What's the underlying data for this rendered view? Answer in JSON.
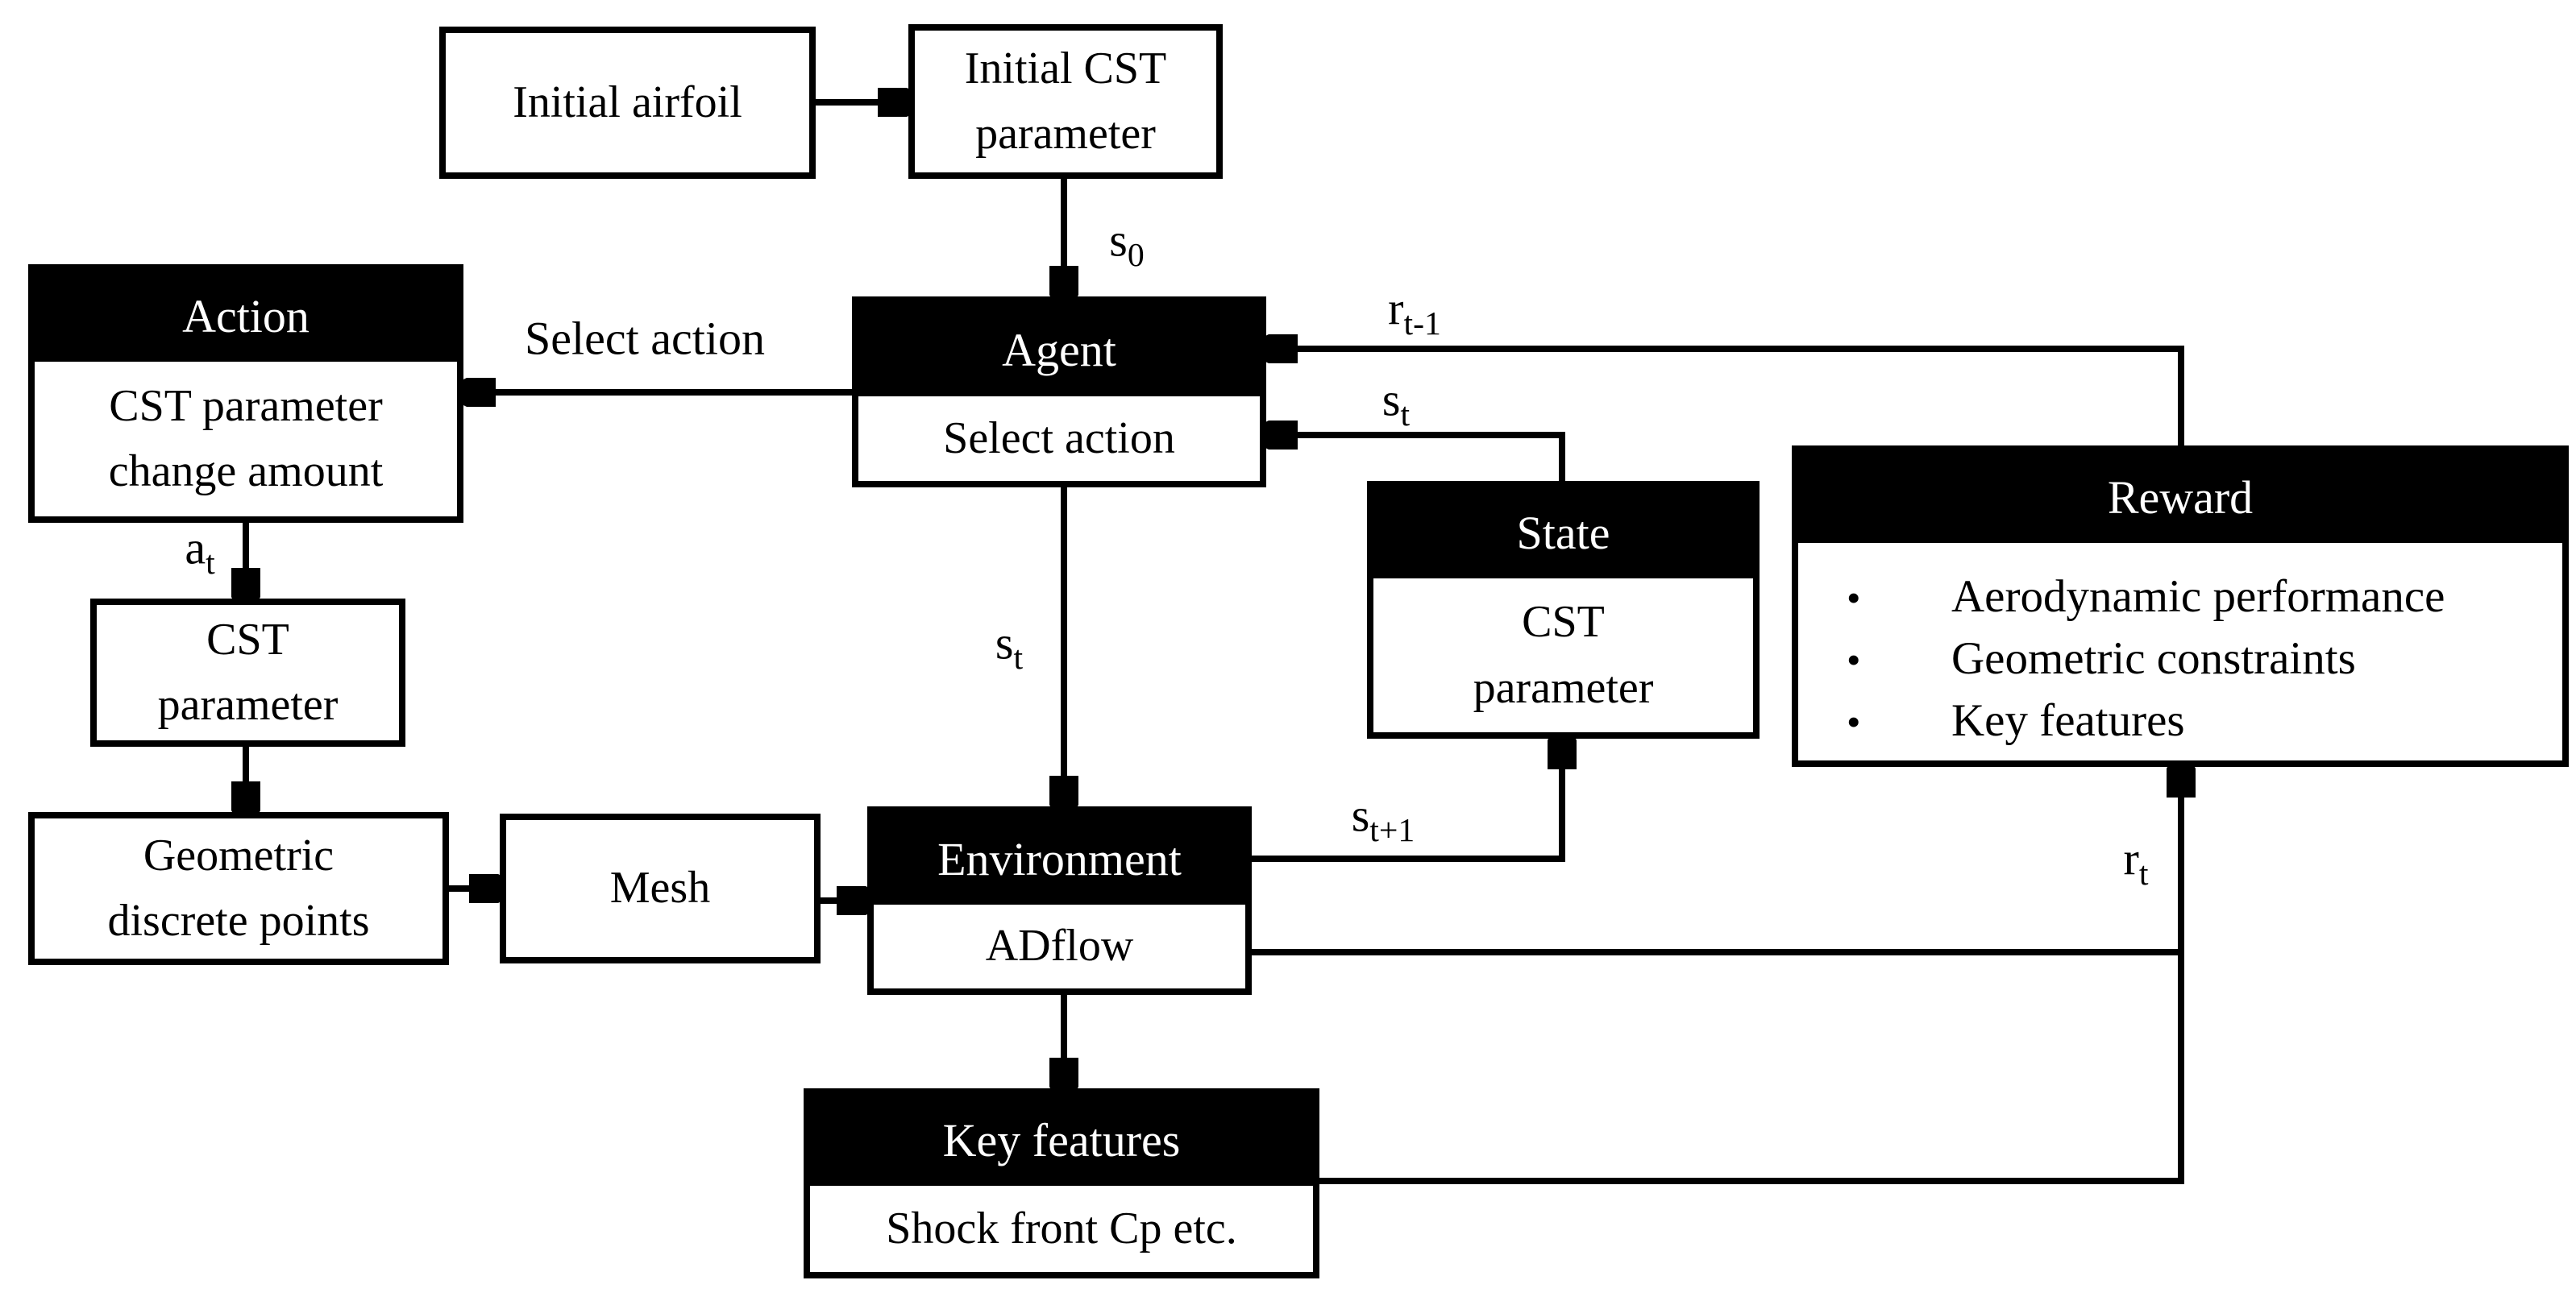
{
  "colors": {
    "ink": "#000000",
    "paper": "#ffffff",
    "header_fill": "#000000",
    "header_text": "#ffffff"
  },
  "boxes": {
    "initial_airfoil": {
      "label": "Initial airfoil"
    },
    "initial_cst": {
      "label": [
        "Initial CST",
        "parameter"
      ]
    },
    "action": {
      "header": "Action",
      "body": [
        "CST parameter",
        "change amount"
      ]
    },
    "agent": {
      "header": "Agent",
      "body": "Select action"
    },
    "state": {
      "header": "State",
      "body": [
        "CST",
        "parameter"
      ]
    },
    "reward": {
      "header": "Reward",
      "bullet": "•",
      "items": [
        "Aerodynamic performance",
        "Geometric constraints",
        "Key features"
      ]
    },
    "cst_parameter": {
      "label": [
        "CST",
        "parameter"
      ]
    },
    "geometric_points": {
      "label": [
        "Geometric",
        "discrete points"
      ]
    },
    "mesh": {
      "label": "Mesh"
    },
    "environment": {
      "header": "Environment",
      "body": "ADflow"
    },
    "key_features": {
      "header": "Key features",
      "body": "Shock front Cp etc."
    }
  },
  "edge_labels": {
    "s0": {
      "base": "s",
      "sub": "0"
    },
    "select_action": "Select action",
    "a_t": {
      "base": "a",
      "sub": "t"
    },
    "s_t_to_env": {
      "base": "s",
      "sub": "t"
    },
    "s_t_to_agent": {
      "base": "s",
      "sub": "t"
    },
    "r_t_minus_1": {
      "base": "r",
      "sub": "t-1"
    },
    "s_t_plus_1": {
      "base": "s",
      "sub": "t+1"
    },
    "r_t": {
      "base": "r",
      "sub": "t"
    }
  }
}
